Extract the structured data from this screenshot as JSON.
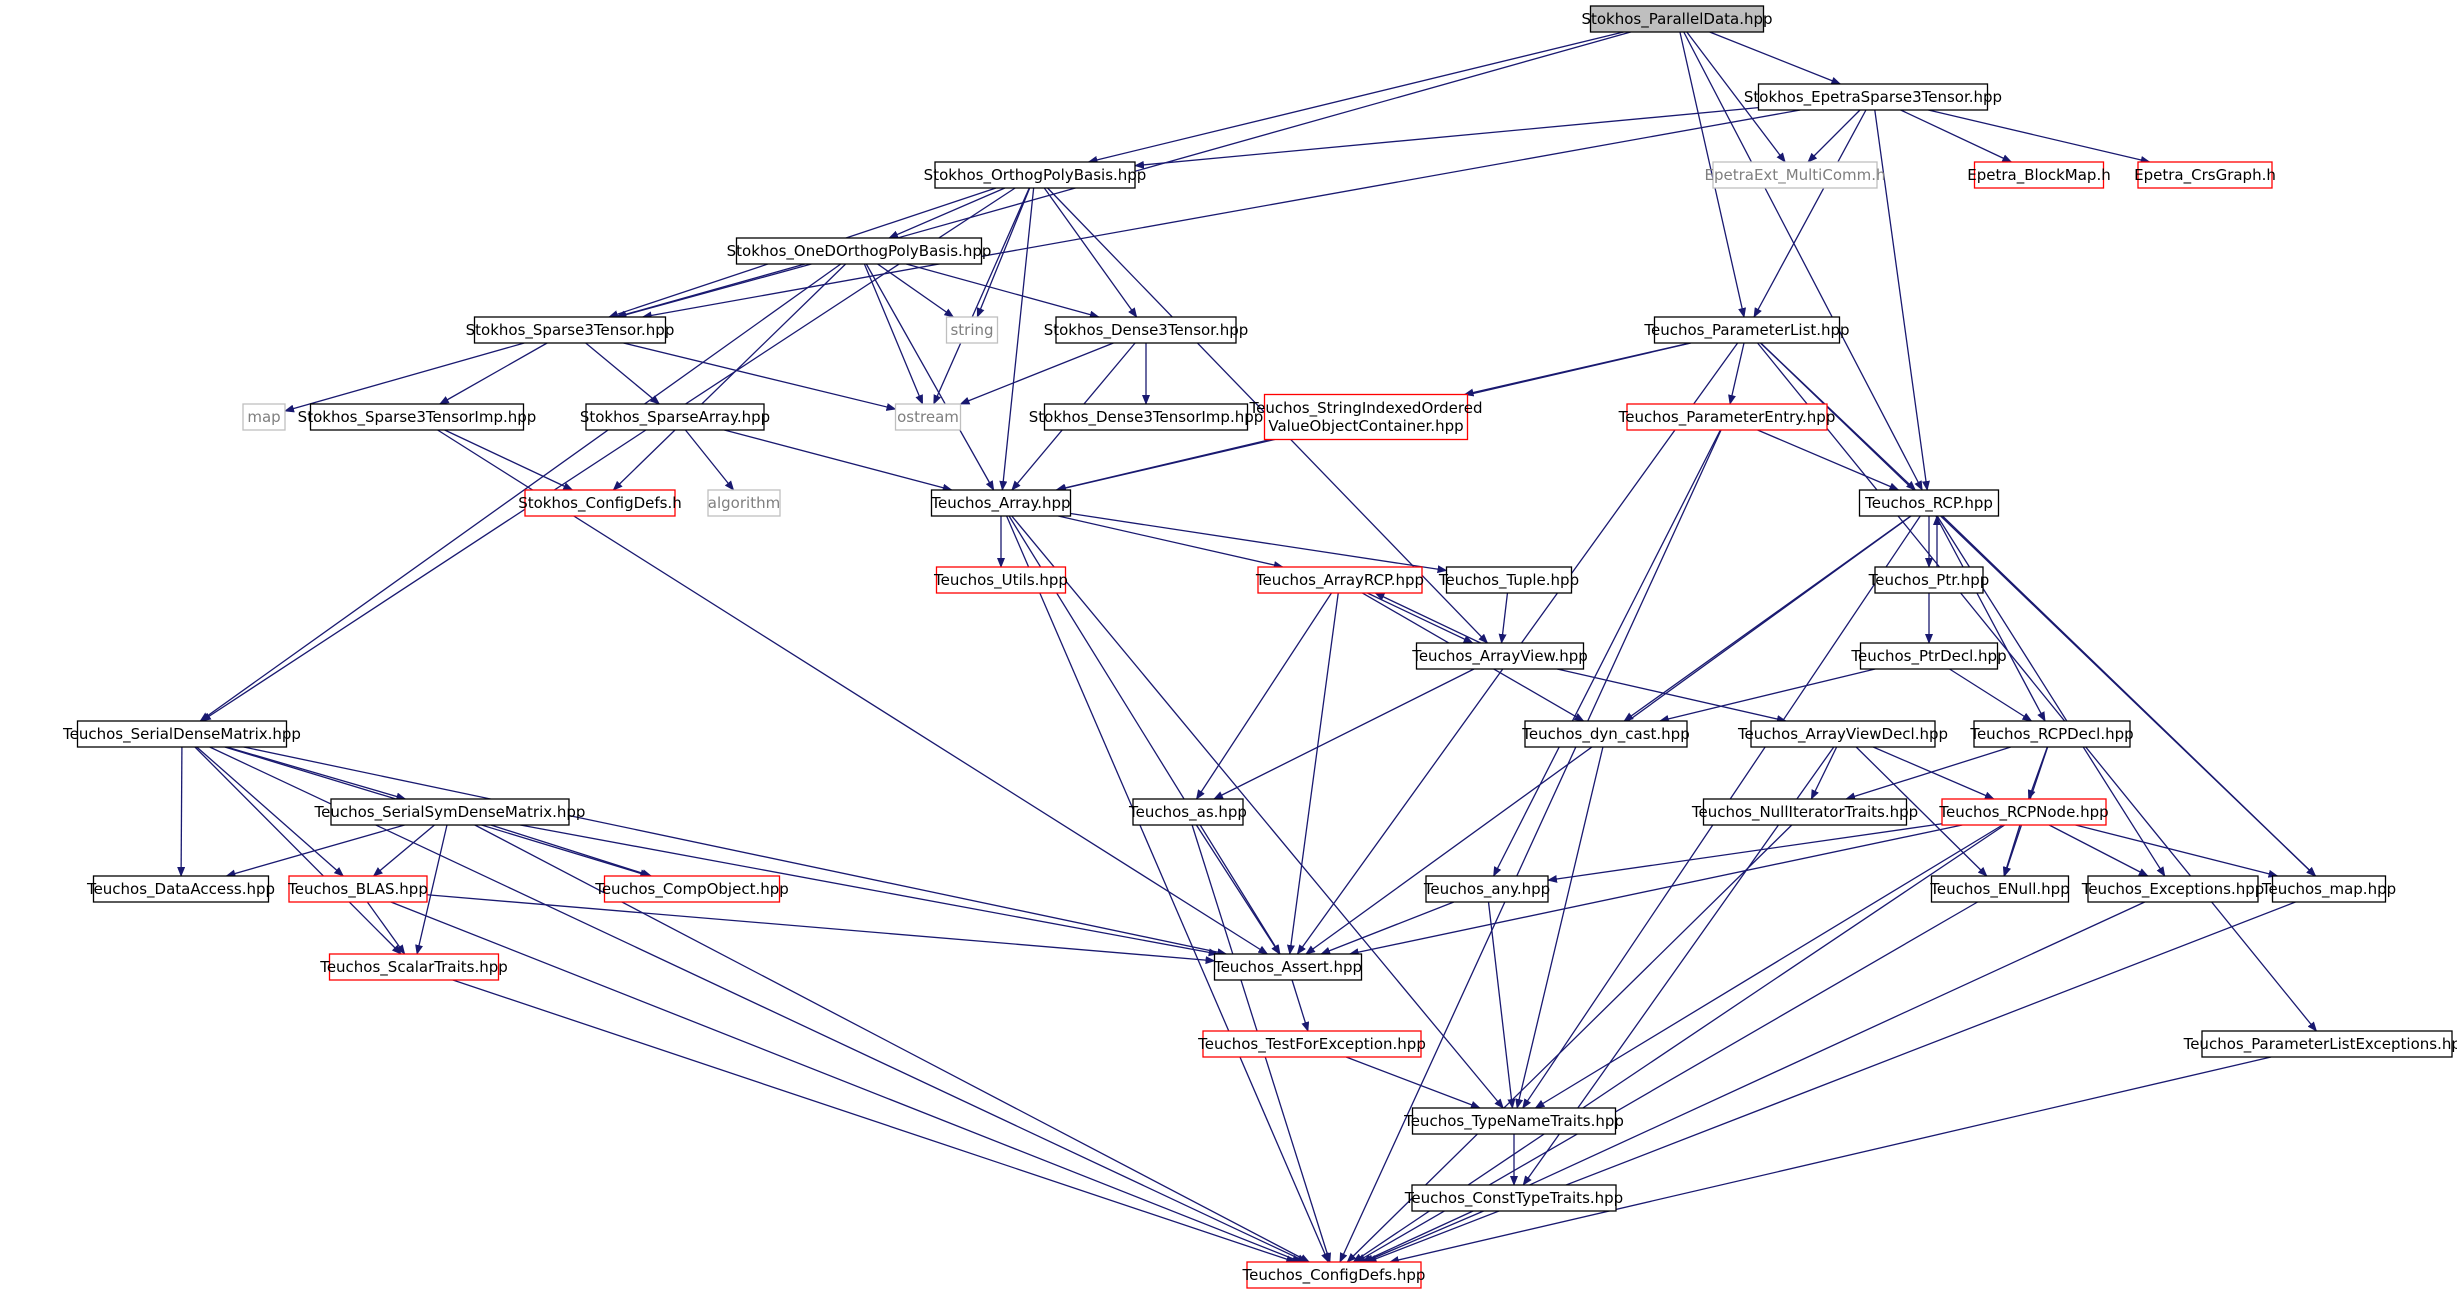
{
  "colors": {
    "edge": "#191970",
    "root_fill": "#bfbfbf",
    "normal_border": "#000000",
    "truncated_border": "#ff0000",
    "external_border": "#bfbfbf",
    "external_text": "#7f7f7f"
  },
  "nodes": [
    {
      "id": "pd",
      "label": "Stokhos_ParallelData.hpp",
      "kind": "root"
    },
    {
      "id": "es3",
      "label": "Stokhos_EpetraSparse3Tensor.hpp",
      "kind": "normal"
    },
    {
      "id": "opb",
      "label": "Stokhos_OrthogPolyBasis.hpp",
      "kind": "normal"
    },
    {
      "id": "emc",
      "label": "EpetraExt_MultiComm.h",
      "kind": "external"
    },
    {
      "id": "ebm",
      "label": "Epetra_BlockMap.h",
      "kind": "truncated"
    },
    {
      "id": "ecg",
      "label": "Epetra_CrsGraph.h",
      "kind": "truncated"
    },
    {
      "id": "oneD",
      "label": "Stokhos_OneDOrthogPolyBasis.hpp",
      "kind": "normal"
    },
    {
      "id": "s3t",
      "label": "Stokhos_Sparse3Tensor.hpp",
      "kind": "normal"
    },
    {
      "id": "str",
      "label": "string",
      "kind": "external"
    },
    {
      "id": "d3t",
      "label": "Stokhos_Dense3Tensor.hpp",
      "kind": "normal"
    },
    {
      "id": "tpl",
      "label": "Teuchos_ParameterList.hpp",
      "kind": "normal"
    },
    {
      "id": "map",
      "label": "map",
      "kind": "external"
    },
    {
      "id": "s3ti",
      "label": "Stokhos_Sparse3TensorImp.hpp",
      "kind": "normal"
    },
    {
      "id": "sa",
      "label": "Stokhos_SparseArray.hpp",
      "kind": "normal"
    },
    {
      "id": "ost",
      "label": "ostream",
      "kind": "external"
    },
    {
      "id": "d3ti",
      "label": "Stokhos_Dense3TensorImp.hpp",
      "kind": "normal"
    },
    {
      "id": "siovoc",
      "label": "Teuchos_StringIndexedOrdered",
      "label2": "ValueObjectContainer.hpp",
      "kind": "truncated"
    },
    {
      "id": "tpe",
      "label": "Teuchos_ParameterEntry.hpp",
      "kind": "truncated"
    },
    {
      "id": "scd",
      "label": "Stokhos_ConfigDefs.h",
      "kind": "truncated"
    },
    {
      "id": "alg",
      "label": "algorithm",
      "kind": "external"
    },
    {
      "id": "ta",
      "label": "Teuchos_Array.hpp",
      "kind": "normal"
    },
    {
      "id": "rcp",
      "label": "Teuchos_RCP.hpp",
      "kind": "normal"
    },
    {
      "id": "tu",
      "label": "Teuchos_Utils.hpp",
      "kind": "truncated"
    },
    {
      "id": "arcp",
      "label": "Teuchos_ArrayRCP.hpp",
      "kind": "truncated"
    },
    {
      "id": "tup",
      "label": "Teuchos_Tuple.hpp",
      "kind": "normal"
    },
    {
      "id": "ptr",
      "label": "Teuchos_Ptr.hpp",
      "kind": "normal"
    },
    {
      "id": "av",
      "label": "Teuchos_ArrayView.hpp",
      "kind": "normal"
    },
    {
      "id": "ptrd",
      "label": "Teuchos_PtrDecl.hpp",
      "kind": "normal"
    },
    {
      "id": "sdm",
      "label": "Teuchos_SerialDenseMatrix.hpp",
      "kind": "normal"
    },
    {
      "id": "dc",
      "label": "Teuchos_dyn_cast.hpp",
      "kind": "normal"
    },
    {
      "id": "avd",
      "label": "Teuchos_ArrayViewDecl.hpp",
      "kind": "normal"
    },
    {
      "id": "rcpd",
      "label": "Teuchos_RCPDecl.hpp",
      "kind": "normal"
    },
    {
      "id": "ssdm",
      "label": "Teuchos_SerialSymDenseMatrix.hpp",
      "kind": "normal"
    },
    {
      "id": "as",
      "label": "Teuchos_as.hpp",
      "kind": "normal"
    },
    {
      "id": "nit",
      "label": "Teuchos_NullIteratorTraits.hpp",
      "kind": "normal"
    },
    {
      "id": "rcpn",
      "label": "Teuchos_RCPNode.hpp",
      "kind": "truncated"
    },
    {
      "id": "da",
      "label": "Teuchos_DataAccess.hpp",
      "kind": "normal"
    },
    {
      "id": "blas",
      "label": "Teuchos_BLAS.hpp",
      "kind": "truncated"
    },
    {
      "id": "co",
      "label": "Teuchos_CompObject.hpp",
      "kind": "truncated"
    },
    {
      "id": "any",
      "label": "Teuchos_any.hpp",
      "kind": "normal"
    },
    {
      "id": "en",
      "label": "Teuchos_ENull.hpp",
      "kind": "normal"
    },
    {
      "id": "exc",
      "label": "Teuchos_Exceptions.hpp",
      "kind": "normal"
    },
    {
      "id": "tmap",
      "label": "Teuchos_map.hpp",
      "kind": "normal"
    },
    {
      "id": "st",
      "label": "Teuchos_ScalarTraits.hpp",
      "kind": "truncated"
    },
    {
      "id": "asrt",
      "label": "Teuchos_Assert.hpp",
      "kind": "normal"
    },
    {
      "id": "tfe",
      "label": "Teuchos_TestForException.hpp",
      "kind": "truncated"
    },
    {
      "id": "ple",
      "label": "Teuchos_ParameterListExceptions.hpp",
      "kind": "normal"
    },
    {
      "id": "tnt",
      "label": "Teuchos_TypeNameTraits.hpp",
      "kind": "normal"
    },
    {
      "id": "ctt",
      "label": "Teuchos_ConstTypeTraits.hpp",
      "kind": "normal"
    },
    {
      "id": "cd",
      "label": "Teuchos_ConfigDefs.hpp",
      "kind": "truncated"
    }
  ],
  "edges": [
    [
      "pd",
      "es3"
    ],
    [
      "pd",
      "opb"
    ],
    [
      "pd",
      "emc"
    ],
    [
      "pd",
      "s3t"
    ],
    [
      "pd",
      "tpl"
    ],
    [
      "pd",
      "rcp"
    ],
    [
      "es3",
      "emc"
    ],
    [
      "es3",
      "ebm"
    ],
    [
      "es3",
      "ecg"
    ],
    [
      "es3",
      "opb"
    ],
    [
      "es3",
      "s3t"
    ],
    [
      "es3",
      "tpl"
    ],
    [
      "es3",
      "rcp"
    ],
    [
      "opb",
      "oneD"
    ],
    [
      "opb",
      "s3t"
    ],
    [
      "opb",
      "str"
    ],
    [
      "opb",
      "d3t"
    ],
    [
      "opb",
      "ost"
    ],
    [
      "opb",
      "ta"
    ],
    [
      "opb",
      "sdm"
    ],
    [
      "opb",
      "av"
    ],
    [
      "oneD",
      "s3t"
    ],
    [
      "oneD",
      "str"
    ],
    [
      "oneD",
      "d3t"
    ],
    [
      "oneD",
      "ost"
    ],
    [
      "oneD",
      "ta"
    ],
    [
      "oneD",
      "scd"
    ],
    [
      "oneD",
      "sdm"
    ],
    [
      "s3t",
      "map"
    ],
    [
      "s3t",
      "s3ti"
    ],
    [
      "s3t",
      "sa"
    ],
    [
      "s3t",
      "ost"
    ],
    [
      "s3ti",
      "scd"
    ],
    [
      "s3ti",
      "asrt"
    ],
    [
      "sa",
      "alg"
    ],
    [
      "sa",
      "ta"
    ],
    [
      "d3t",
      "ost"
    ],
    [
      "d3t",
      "d3ti"
    ],
    [
      "d3t",
      "ta"
    ],
    [
      "tpl",
      "siovoc"
    ],
    [
      "tpl",
      "tpe"
    ],
    [
      "tpl",
      "rcp"
    ],
    [
      "tpl",
      "ta"
    ],
    [
      "tpl",
      "asrt"
    ],
    [
      "tpl",
      "tmap"
    ],
    [
      "tpl",
      "ple"
    ],
    [
      "siovoc",
      "ta"
    ],
    [
      "tpe",
      "rcp"
    ],
    [
      "tpe",
      "any"
    ],
    [
      "tpe",
      "cd"
    ],
    [
      "ta",
      "tu"
    ],
    [
      "ta",
      "arcp"
    ],
    [
      "ta",
      "tup"
    ],
    [
      "ta",
      "asrt"
    ],
    [
      "ta",
      "tnt"
    ],
    [
      "ta",
      "cd"
    ],
    [
      "rcp",
      "ptr"
    ],
    [
      "rcp",
      "rcpd"
    ],
    [
      "rcp",
      "asrt"
    ],
    [
      "rcp",
      "dc"
    ],
    [
      "rcp",
      "exc"
    ],
    [
      "rcp",
      "tmap"
    ],
    [
      "rcp",
      "tnt"
    ],
    [
      "ptr",
      "rcp"
    ],
    [
      "ptr",
      "ptrd"
    ],
    [
      "ptrd",
      "rcpd"
    ],
    [
      "ptrd",
      "dc"
    ],
    [
      "arcp",
      "av"
    ],
    [
      "arcp",
      "as"
    ],
    [
      "arcp",
      "asrt"
    ],
    [
      "arcp",
      "dc"
    ],
    [
      "tup",
      "av"
    ],
    [
      "av",
      "arcp"
    ],
    [
      "av",
      "avd"
    ],
    [
      "av",
      "as"
    ],
    [
      "avd",
      "nit"
    ],
    [
      "avd",
      "rcpn"
    ],
    [
      "avd",
      "en"
    ],
    [
      "avd",
      "ctt"
    ],
    [
      "rcpd",
      "rcpn"
    ],
    [
      "rcpd",
      "nit"
    ],
    [
      "rcpd",
      "en"
    ],
    [
      "rcpn",
      "en"
    ],
    [
      "rcpn",
      "exc"
    ],
    [
      "rcpn",
      "tmap"
    ],
    [
      "rcpn",
      "any"
    ],
    [
      "rcpn",
      "asrt"
    ],
    [
      "rcpn",
      "tnt"
    ],
    [
      "rcpn",
      "cd"
    ],
    [
      "sdm",
      "da"
    ],
    [
      "sdm",
      "ssdm"
    ],
    [
      "sdm",
      "blas"
    ],
    [
      "sdm",
      "co"
    ],
    [
      "sdm",
      "asrt"
    ],
    [
      "sdm",
      "st"
    ],
    [
      "sdm",
      "cd"
    ],
    [
      "ssdm",
      "da"
    ],
    [
      "ssdm",
      "blas"
    ],
    [
      "ssdm",
      "co"
    ],
    [
      "ssdm",
      "st"
    ],
    [
      "ssdm",
      "asrt"
    ],
    [
      "ssdm",
      "cd"
    ],
    [
      "blas",
      "st"
    ],
    [
      "blas",
      "asrt"
    ],
    [
      "blas",
      "cd"
    ],
    [
      "st",
      "cd"
    ],
    [
      "dc",
      "tnt"
    ],
    [
      "as",
      "asrt"
    ],
    [
      "as",
      "cd"
    ],
    [
      "any",
      "asrt"
    ],
    [
      "any",
      "tnt"
    ],
    [
      "asrt",
      "tfe"
    ],
    [
      "tfe",
      "tnt"
    ],
    [
      "tnt",
      "ctt"
    ],
    [
      "ctt",
      "cd"
    ],
    [
      "en",
      "cd"
    ],
    [
      "exc",
      "cd"
    ],
    [
      "tmap",
      "cd"
    ],
    [
      "nit",
      "cd"
    ],
    [
      "ple",
      "cd"
    ]
  ]
}
